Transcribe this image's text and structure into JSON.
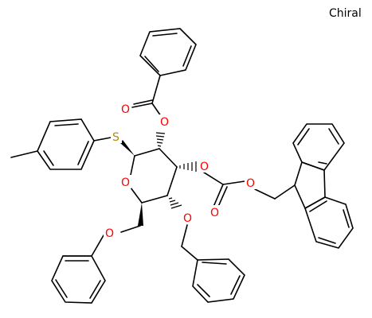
{
  "flag": {
    "label": "Chiral"
  },
  "atoms": [
    {
      "id": "S1",
      "symbol": "S",
      "color": "#b8860b"
    },
    {
      "id": "O_ring",
      "symbol": "O",
      "color": "#ff0000"
    },
    {
      "id": "O2",
      "symbol": "O",
      "color": "#ff0000"
    },
    {
      "id": "O_bz",
      "symbol": "O",
      "color": "#ff0000"
    },
    {
      "id": "O3",
      "symbol": "O",
      "color": "#ff0000"
    },
    {
      "id": "O_carb",
      "symbol": "O",
      "color": "#ff0000"
    },
    {
      "id": "O_fm",
      "symbol": "O",
      "color": "#ff0000"
    },
    {
      "id": "O4",
      "symbol": "O",
      "color": "#ff0000"
    },
    {
      "id": "O6",
      "symbol": "O",
      "color": "#ff0000"
    }
  ]
}
